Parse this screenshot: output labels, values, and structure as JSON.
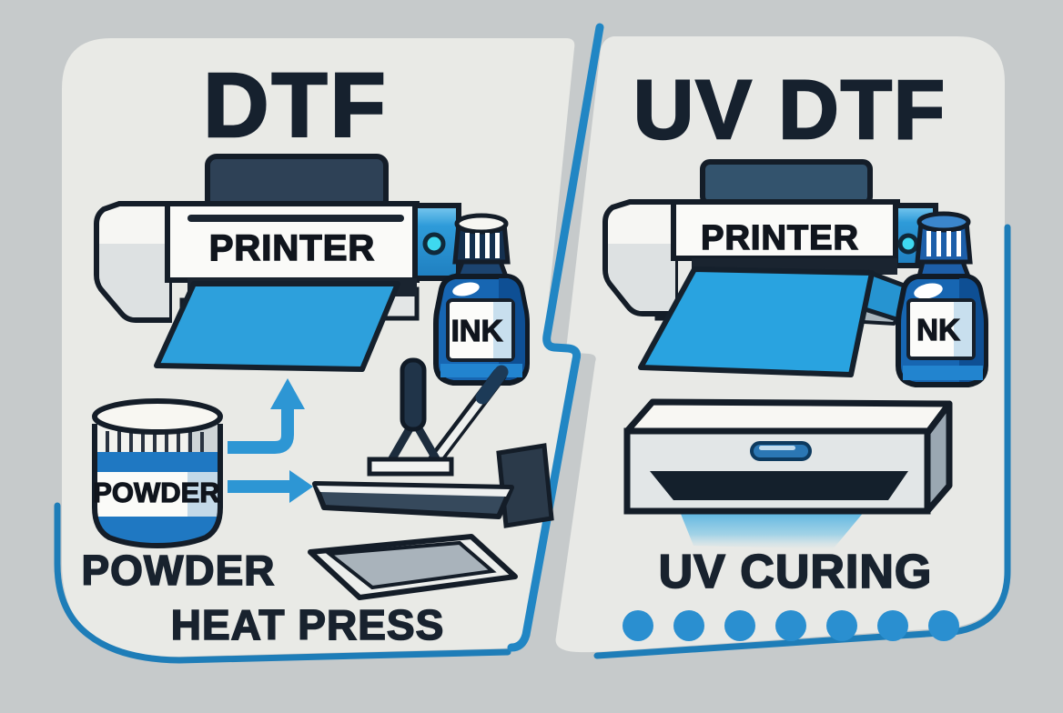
{
  "diagram": {
    "left": {
      "title": "DTF",
      "printer_label": "PRINTER",
      "ink_bottle_label": "INK",
      "powder_jar_label": "POWDER",
      "caption_powder": "POWDER",
      "caption_heat_press": "HEAT PRESS"
    },
    "right": {
      "title": "UV DTF",
      "printer_label": "PRINTER",
      "ink_bottle_label": "NK",
      "caption_uv_curing": "UV CURING",
      "uv_dots_count": 7
    },
    "colors": {
      "background": "#c6cacb",
      "panel_fill": "#e9eae6",
      "outline_dark": "#141d28",
      "accent_blue": "#2186c4",
      "film_blue": "#2da0dc",
      "bottle_blue": "#1766b2",
      "powder_band_blue": "#1f78c2",
      "cyan_indicator": "#3ed9f0",
      "uv_dot_blue": "#2a8fd0",
      "tray_slate": "#2e4156"
    }
  }
}
